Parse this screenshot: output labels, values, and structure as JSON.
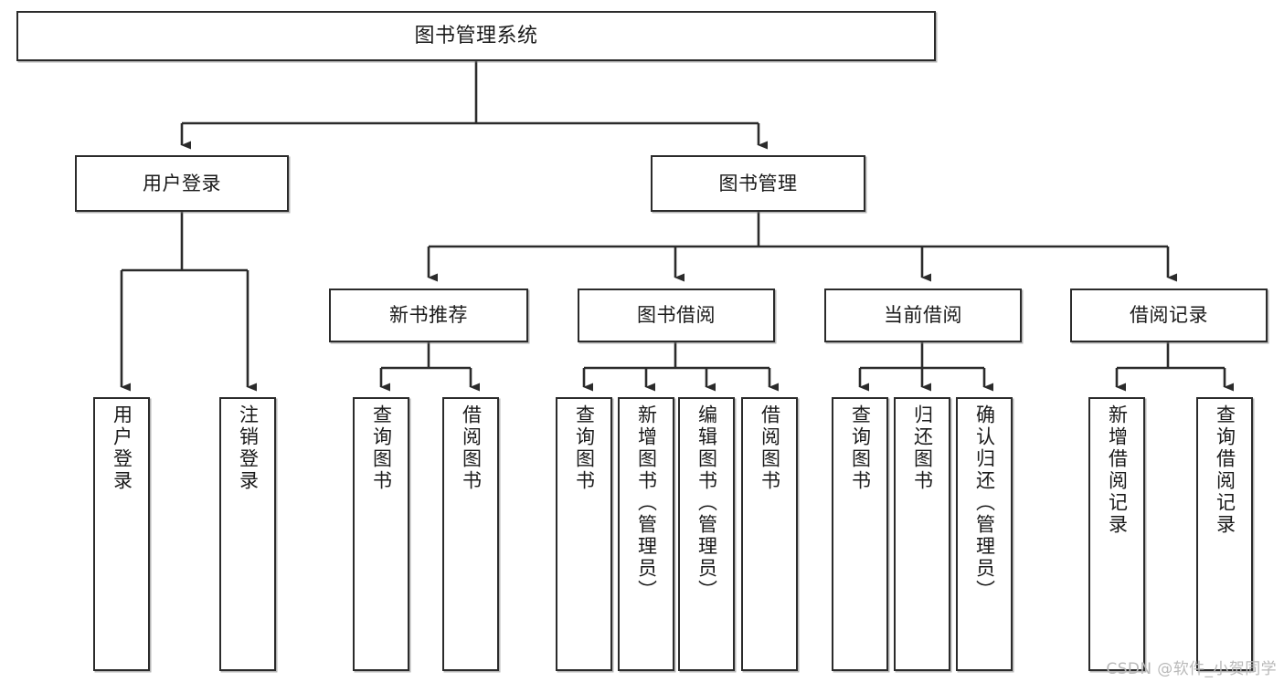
{
  "diagram": {
    "title": "图书管理系统",
    "type": "functional-structure-tree",
    "watermark": "CSDN @软件_小贺同学",
    "colors": {
      "node_border": "#2b2b2b",
      "node_fill": "#ffffff",
      "connector": "#2b2b2b",
      "watermark": "#b9b9b9",
      "background": "#ffffff"
    },
    "root": {
      "label": "图书管理系统"
    },
    "level2": [
      {
        "id": "user-login",
        "label": "用户登录"
      },
      {
        "id": "book-manage",
        "label": "图书管理"
      }
    ],
    "level3": [
      {
        "id": "new-book-recommend",
        "label": "新书推荐",
        "parent": "book-manage"
      },
      {
        "id": "book-borrow",
        "label": "图书借阅",
        "parent": "book-manage"
      },
      {
        "id": "current-borrow",
        "label": "当前借阅",
        "parent": "book-manage"
      },
      {
        "id": "borrow-record",
        "label": "借阅记录",
        "parent": "book-manage"
      }
    ],
    "leaves": {
      "user-login": [
        {
          "id": "leaf-user-login",
          "label": "用户登录"
        },
        {
          "id": "leaf-user-logout",
          "label": "注销登录"
        }
      ],
      "new-book-recommend": [
        {
          "id": "leaf-nbr-query",
          "label": "查询图书"
        },
        {
          "id": "leaf-nbr-borrow",
          "label": "借阅图书"
        }
      ],
      "book-borrow": [
        {
          "id": "leaf-bb-query",
          "label": "查询图书"
        },
        {
          "id": "leaf-bb-add",
          "label": "新增图书（管理员）"
        },
        {
          "id": "leaf-bb-edit",
          "label": "编辑图书（管理员）"
        },
        {
          "id": "leaf-bb-borrow",
          "label": "借阅图书"
        }
      ],
      "current-borrow": [
        {
          "id": "leaf-cb-query",
          "label": "查询图书"
        },
        {
          "id": "leaf-cb-return",
          "label": "归还图书"
        },
        {
          "id": "leaf-cb-confirm",
          "label": "确认归还（管理员）"
        }
      ],
      "borrow-record": [
        {
          "id": "leaf-br-add",
          "label": "新增借阅记录"
        },
        {
          "id": "leaf-br-query",
          "label": "查询借阅记录"
        }
      ]
    }
  }
}
